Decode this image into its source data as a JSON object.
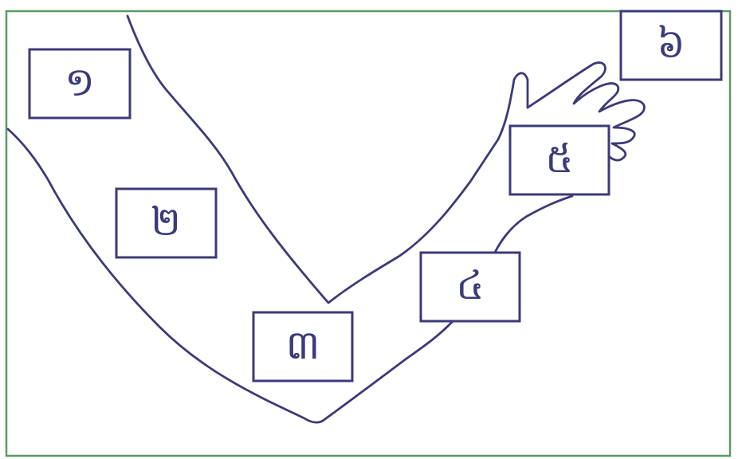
{
  "colors": {
    "outline": "#3c3a78",
    "box": "#3c3a78",
    "frame": "#5c9b64",
    "background": "#ffffff"
  },
  "labels": [
    {
      "id": "1",
      "text": "១"
    },
    {
      "id": "2",
      "text": "២"
    },
    {
      "id": "3",
      "text": "៣"
    },
    {
      "id": "4",
      "text": "៤"
    },
    {
      "id": "5",
      "text": "៥"
    },
    {
      "id": "6",
      "text": "៦"
    }
  ]
}
